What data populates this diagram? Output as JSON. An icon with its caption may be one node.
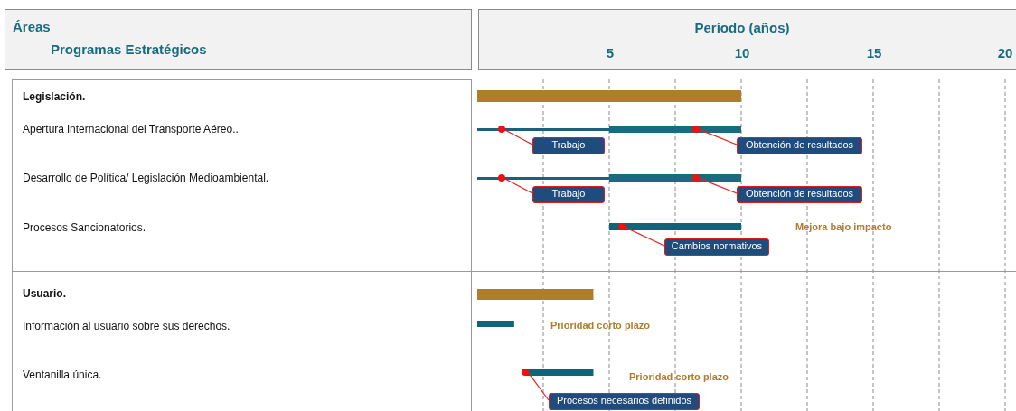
{
  "diagram": {
    "nodes": [
      {
        "text": [
          "Áreas",
          "Programas Estratégicos"
        ]
      },
      {
        "text": [
          "Período (años)",
          "5",
          "10",
          "15",
          "20"
        ]
      },
      {
        "text": [
          "Legislación.",
          "Apertura internacional del Transporte Aéreo..",
          "Desarrollo de Política/ Legislación Medioambiental.",
          "Procesos Sancionatorios.",
          "Usuario.",
          "Información al usuario sobre sus derechos.",
          "Ventanilla única."
        ]
      },
      {
        "text": [
          "Trabajo"
        ]
      },
      {
        "text": [],
        "shape": "circle"
      },
      {
        "text": [
          "Obtención de resultados"
        ]
      },
      {
        "text": [],
        "shape": "circle"
      },
      {
        "text": [
          "Trabajo"
        ]
      },
      {
        "text": [],
        "shape": "circle"
      },
      {
        "text": [
          "Obtención de resultados"
        ]
      },
      {
        "text": [],
        "shape": "circle"
      },
      {
        "text": [
          "Cambios normativos"
        ]
      },
      {
        "text": [],
        "shape": "circle"
      },
      {
        "text": [
          "Procesos necesarios definidos"
        ]
      },
      {
        "text": [],
        "shape": "circle"
      }
    ],
    "edges": [
      {
        "from": 3,
        "to": 4,
        "arrow": "none"
      },
      {
        "from": 5,
        "to": 6,
        "arrow": "none"
      },
      {
        "from": 7,
        "to": 8,
        "arrow": "none"
      },
      {
        "from": 9,
        "to": 10,
        "arrow": "none"
      },
      {
        "from": 11,
        "to": 12,
        "arrow": "none"
      },
      {
        "from": 13,
        "to": 14,
        "arrow": "none"
      }
    ],
    "labels": [
      "Mejora bajo impacto",
      "Prioridad corto plazo",
      "Prioridad corto plazo"
    ]
  }
}
